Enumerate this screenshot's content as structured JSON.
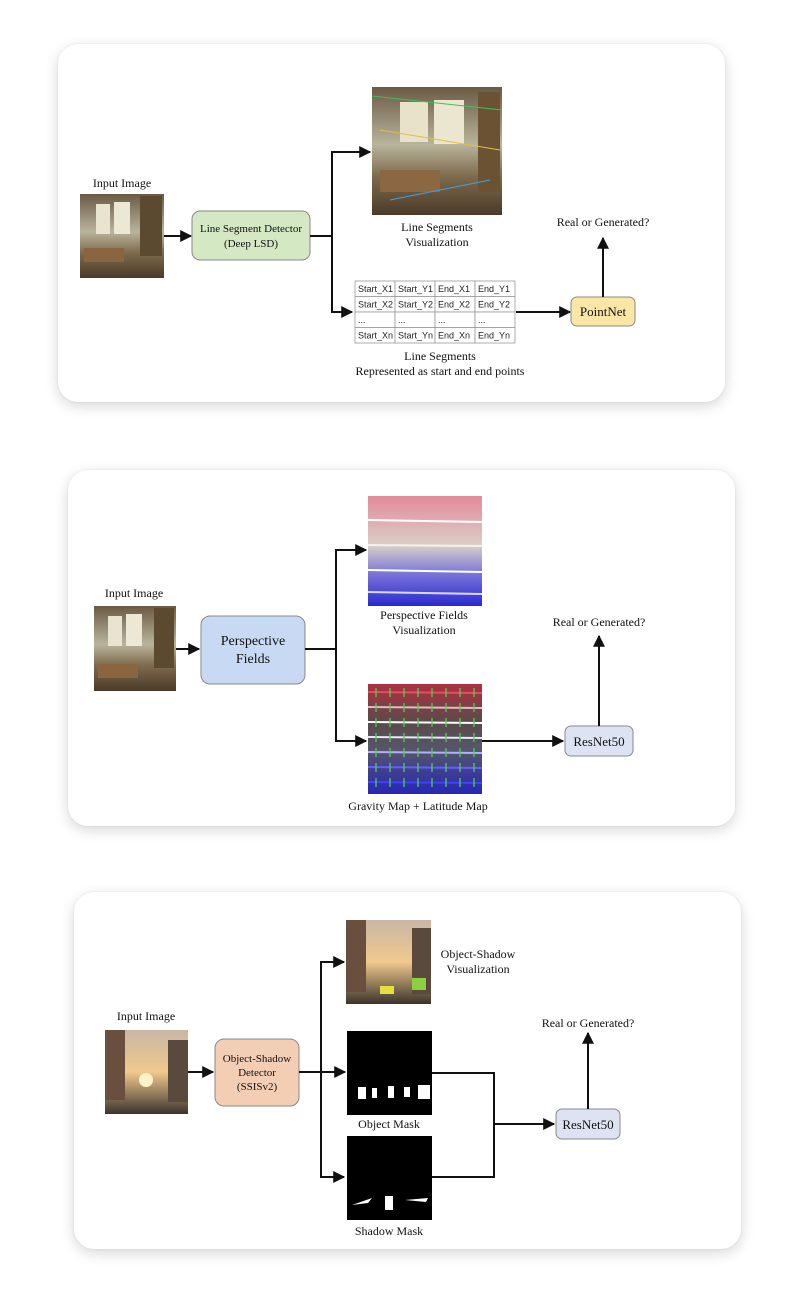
{
  "panels": [
    {
      "input_label": "Input Image",
      "detector": [
        "Line Segment Detector",
        "(Deep LSD)"
      ],
      "viz_caption": [
        "Line Segments",
        "Visualization"
      ],
      "table": [
        [
          "Start_X1",
          "Start_Y1",
          "End_X1",
          "End_Y1"
        ],
        [
          "Start_X2",
          "Start_Y2",
          "End_X2",
          "End_Y2"
        ],
        [
          "...",
          "...",
          "...",
          "..."
        ],
        [
          "Start_Xn",
          "Start_Yn",
          "End_Xn",
          "End_Yn"
        ]
      ],
      "table_caption": [
        "Line Segments",
        "Represented as start and end points"
      ],
      "classifier": "PointNet",
      "output": "Real or Generated?"
    },
    {
      "input_label": "Input Image",
      "detector": [
        "Perspective",
        "Fields"
      ],
      "viz_caption": [
        "Perspective Fields",
        "Visualization"
      ],
      "map_caption": "Gravity Map + Latitude Map",
      "classifier": "ResNet50",
      "output": "Real or Generated?"
    },
    {
      "input_label": "Input Image",
      "detector": [
        "Object-Shadow",
        "Detector",
        "(SSISv2)"
      ],
      "viz_caption": [
        "Object-Shadow",
        "Visualization"
      ],
      "object_mask": "Object Mask",
      "shadow_mask": "Shadow Mask",
      "classifier": "ResNet50",
      "output": "Real or Generated?"
    }
  ],
  "colors": {
    "lsd_box": "#d5e8c4",
    "pointnet_box": "#fbe6a5",
    "perspective_box": "#c8daf3",
    "resnet_box": "#dde3f2",
    "shadow_box": "#f3ceb5"
  }
}
